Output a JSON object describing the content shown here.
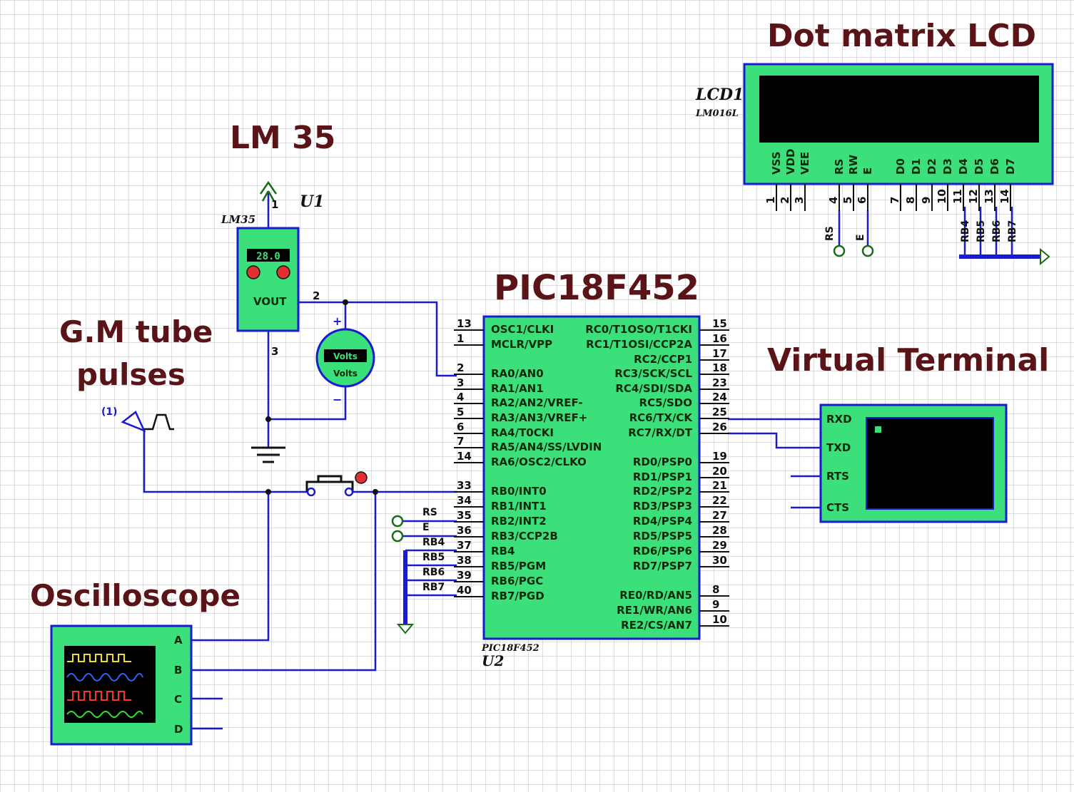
{
  "titles": {
    "lcd": "Dot matrix LCD",
    "lm35": "LM 35",
    "pic": "PIC18F452",
    "gm": "G.M tube",
    "gm2": "pulses",
    "vterm": "Virtual Terminal",
    "osc": "Oscilloscope"
  },
  "lcd": {
    "ref": "LCD1",
    "part": "LM016L",
    "pins": [
      "VSS",
      "VDD",
      "VEE",
      "RS",
      "RW",
      "E",
      "D0",
      "D1",
      "D2",
      "D3",
      "D4",
      "D5",
      "D6",
      "D7"
    ],
    "pin_numbers": [
      "1",
      "2",
      "3",
      "4",
      "5",
      "6",
      "7",
      "8",
      "9",
      "10",
      "11",
      "12",
      "13",
      "14"
    ],
    "nets": [
      "RB4",
      "RB5",
      "RB6",
      "RB7"
    ],
    "rs_net": "RS",
    "e_net": "E"
  },
  "lm35": {
    "ref": "U1",
    "part": "LM35",
    "display": "28.0",
    "vout": "VOUT",
    "pin1": "1",
    "pin2": "2",
    "pin3": "3"
  },
  "meter": {
    "display": "Volts",
    "unit": "Volts",
    "plus": "+",
    "minus": "−"
  },
  "generator": {
    "ref": "(1)"
  },
  "pic": {
    "ref": "U2",
    "part": "PIC18F452",
    "left_pins": [
      {
        "num": "13",
        "name": "OSC1/CLKI"
      },
      {
        "num": "1",
        "name": "MCLR/VPP"
      },
      {
        "num": "2",
        "name": "RA0/AN0"
      },
      {
        "num": "3",
        "name": "RA1/AN1"
      },
      {
        "num": "4",
        "name": "RA2/AN2/VREF-"
      },
      {
        "num": "5",
        "name": "RA3/AN3/VREF+"
      },
      {
        "num": "6",
        "name": "RA4/T0CKI"
      },
      {
        "num": "7",
        "name": "RA5/AN4/SS/LVDIN"
      },
      {
        "num": "14",
        "name": "RA6/OSC2/CLKO"
      },
      {
        "num": "33",
        "name": "RB0/INT0"
      },
      {
        "num": "34",
        "name": "RB1/INT1"
      },
      {
        "num": "35",
        "name": "RB2/INT2"
      },
      {
        "num": "36",
        "name": "RB3/CCP2B"
      },
      {
        "num": "37",
        "name": "RB4"
      },
      {
        "num": "38",
        "name": "RB5/PGM"
      },
      {
        "num": "39",
        "name": "RB6/PGC"
      },
      {
        "num": "40",
        "name": "RB7/PGD"
      }
    ],
    "right_pins": [
      {
        "num": "15",
        "name": "RC0/T1OSO/T1CKI"
      },
      {
        "num": "16",
        "name": "RC1/T1OSI/CCP2A"
      },
      {
        "num": "17",
        "name": "RC2/CCP1"
      },
      {
        "num": "18",
        "name": "RC3/SCK/SCL"
      },
      {
        "num": "23",
        "name": "RC4/SDI/SDA"
      },
      {
        "num": "24",
        "name": "RC5/SDO"
      },
      {
        "num": "25",
        "name": "RC6/TX/CK"
      },
      {
        "num": "26",
        "name": "RC7/RX/DT"
      },
      {
        "num": "19",
        "name": "RD0/PSP0"
      },
      {
        "num": "20",
        "name": "RD1/PSP1"
      },
      {
        "num": "21",
        "name": "RD2/PSP2"
      },
      {
        "num": "22",
        "name": "RD3/PSP3"
      },
      {
        "num": "27",
        "name": "RD4/PSP4"
      },
      {
        "num": "28",
        "name": "RD5/PSP5"
      },
      {
        "num": "29",
        "name": "RD6/PSP6"
      },
      {
        "num": "30",
        "name": "RD7/PSP7"
      },
      {
        "num": "8",
        "name": "RE0/RD/AN5"
      },
      {
        "num": "9",
        "name": "RE1/WR/AN6"
      },
      {
        "num": "10",
        "name": "RE2/CS/AN7"
      }
    ],
    "net_labels": [
      "RS",
      "E",
      "RB4",
      "RB5",
      "RB6",
      "RB7"
    ]
  },
  "vterm": {
    "pins": [
      "RXD",
      "TXD",
      "RTS",
      "CTS"
    ]
  },
  "scope": {
    "pins": [
      "A",
      "B",
      "C",
      "D"
    ]
  },
  "colors": {
    "wire": "#1a1ad0",
    "chip": "#3be07a",
    "title": "#5a1418",
    "grid": "#c9c9c9",
    "screen": "#000000"
  }
}
